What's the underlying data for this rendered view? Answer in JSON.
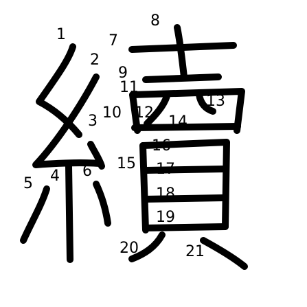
{
  "character": "續",
  "stroke_numbers": [
    "1",
    "2",
    "3",
    "4",
    "5",
    "6",
    "7",
    "8",
    "9",
    "10",
    "11",
    "12",
    "13",
    "14",
    "15",
    "16",
    "17",
    "18",
    "19",
    "20",
    "21"
  ],
  "colors": {
    "stroke": "#000000",
    "numbers": "#000000",
    "background": "#ffffff"
  }
}
